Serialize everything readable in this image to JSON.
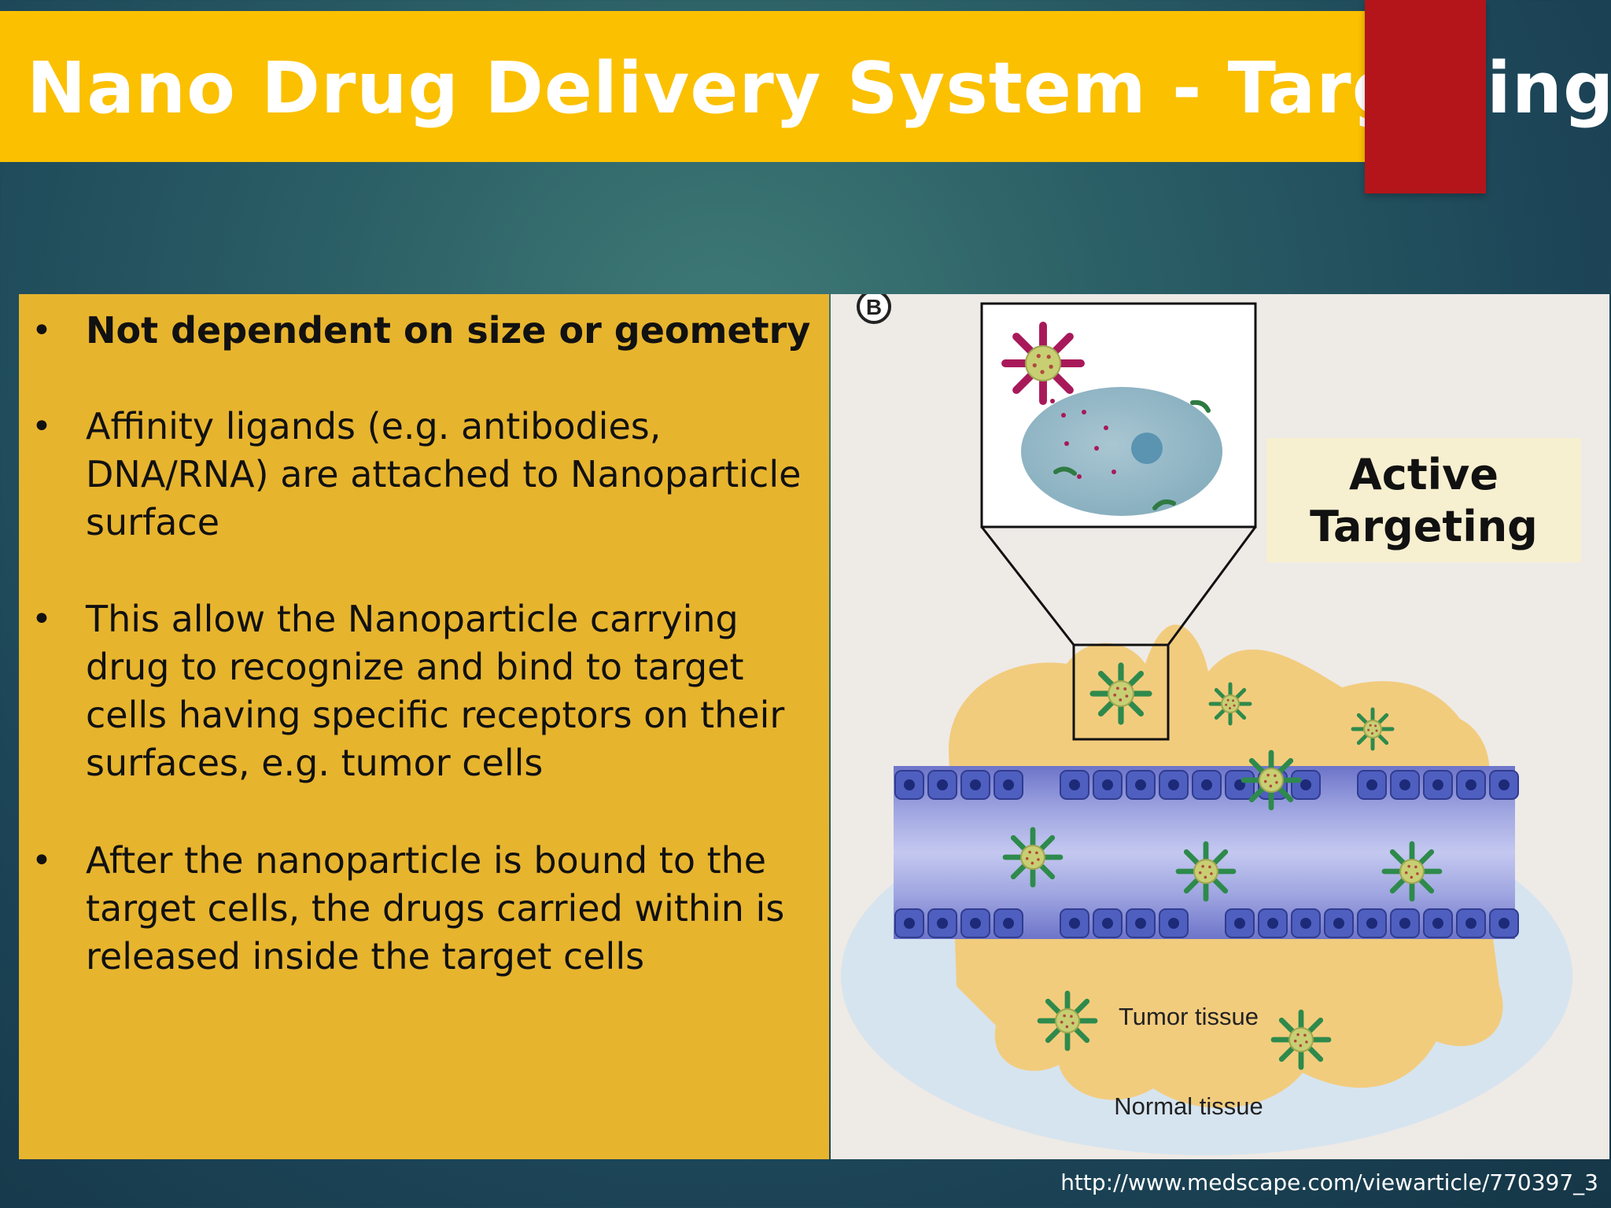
{
  "slide": {
    "title": "Nano Drug Delivery System - Targeting",
    "colors": {
      "title_bar": "#fbc000",
      "title_accent": "#b3151b",
      "text_panel": "#e7b42e",
      "background": "#1c4557"
    }
  },
  "bullets": [
    {
      "text": "Not dependent on size or geometry",
      "bold": true
    },
    {
      "text": "Affinity ligands (e.g. antibodies, DNA/RNA) are attached to Nanoparticle surface",
      "bold": false
    },
    {
      "text": "This allow the Nanoparticle carrying drug to recognize and bind to target cells having specific receptors on their surfaces, e.g. tumor cells",
      "bold": false
    },
    {
      "text": "After the nanoparticle is bound to the target cells, the drugs carried within is released inside the target cells",
      "bold": false
    }
  ],
  "bullet_glyph": "•",
  "figure": {
    "panel_letter": "B",
    "tumor_label": "Tumor tissue",
    "normal_label": "Normal tissue",
    "callout": "Active Targeting"
  },
  "footer": {
    "url": "http://www.medscape.com/viewarticle/770397_3"
  }
}
